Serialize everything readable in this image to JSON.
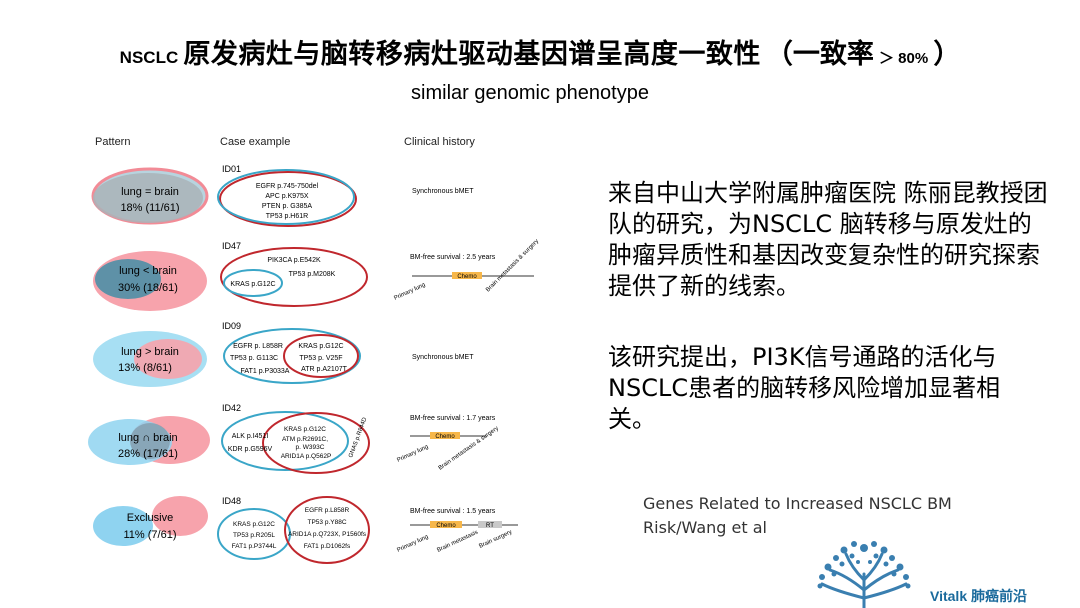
{
  "title": {
    "prefix": "NSCLC",
    "main": "原发病灶与脑转移病灶驱动基因谱呈高度一致性",
    "paren_open": "（一致率",
    "ratio": "＞ 80%",
    "paren_close": "）"
  },
  "subtitle": "similar genomic phenotype",
  "figure": {
    "headers": {
      "pattern": "Pattern",
      "case": "Case example",
      "clinical": "Clinical history"
    },
    "rows": [
      {
        "pattern": "lung = brain",
        "stat": "18% (11/61)",
        "id": "ID01",
        "genes": [
          "EGFR p.745-750del",
          "APC p.K975X",
          "PTEN p. G385A",
          "TP53 p.H61R"
        ],
        "clinical": "Synchronous bMET"
      },
      {
        "pattern": "lung < brain",
        "stat": "30% (18/61)",
        "id": "ID47",
        "genes_outer": [
          "PIK3CA p.E542K",
          "TP53 p.M208K"
        ],
        "genes_inner": [
          "KRAS p.G12C"
        ],
        "clinical": "BM-free survival : 2.5 years",
        "timeline": {
          "chemo": "Chemo",
          "start": "Primary lung",
          "end": "Brain metastasis & surgery"
        }
      },
      {
        "pattern": "lung > brain",
        "stat": "13% (8/61)",
        "id": "ID09",
        "genes_blue": [
          "EGFR p. L858R",
          "TP53 p. G113C",
          "FAT1 p.P3033A"
        ],
        "genes_red": [
          "KRAS p.G12C",
          "TP53 p. V25F",
          "ATR p.A2107T"
        ],
        "clinical": "Synchronous bMET"
      },
      {
        "pattern": "lung ∩ brain",
        "stat": "28% (17/61)",
        "id": "ID42",
        "genes_blue": [
          "ALK p.I451I",
          "KDR p.G596V"
        ],
        "genes_overlap": [
          "KRAS p.G12C",
          "ATM p.R2691C,",
          "p. W393C",
          "ARID1A p.Q562P"
        ],
        "genes_red": [
          "GNAS p.R844D"
        ],
        "clinical": "BM-free survival : 1.7 years",
        "timeline": {
          "chemo": "Chemo",
          "start": "Primary lung",
          "middle": "Brain metastasis & surgery"
        }
      },
      {
        "pattern": "Exclusive",
        "stat": "11% (7/61)",
        "id": "ID48",
        "genes_blue": [
          "KRAS p.G12C",
          "TP53 p.R205L",
          "FAT1 p.P3744L"
        ],
        "genes_red": [
          "EGFR p.L858R",
          "TP53 p.Y88C",
          "ARID1A p.Q723X, P1560fs",
          "FAT1 p.D1062fs"
        ],
        "clinical": "BM-free survival : 1.5 years",
        "timeline": {
          "chemo": "Chemo",
          "rt": "RT",
          "start": "Primary lung",
          "middle": "Brain metastasis",
          "end": "Brain surgery"
        }
      }
    ]
  },
  "text": {
    "para1": "来自中山大学附属肿瘤医院 陈丽昆教授团队的研究，为NSCLC 脑转移与原发灶的肿瘤异质性和基因改变复杂性的研究探索提供了新的线索。",
    "para2": "该研究提出，PI3K信号通路的活化与NSCLC患者的脑转移风险增加显著相关。"
  },
  "credit": "Genes Related to Increased NSCLC BM Risk/Wang et al",
  "brand": "Vitalk 肺癌前沿",
  "colors": {
    "red": "#c0272d",
    "blue": "#3aa6c8",
    "pink": "#f28b96",
    "lightblue": "#8fd3f0",
    "chemo": "#f7b74a",
    "logo": "#3a7fb0"
  }
}
